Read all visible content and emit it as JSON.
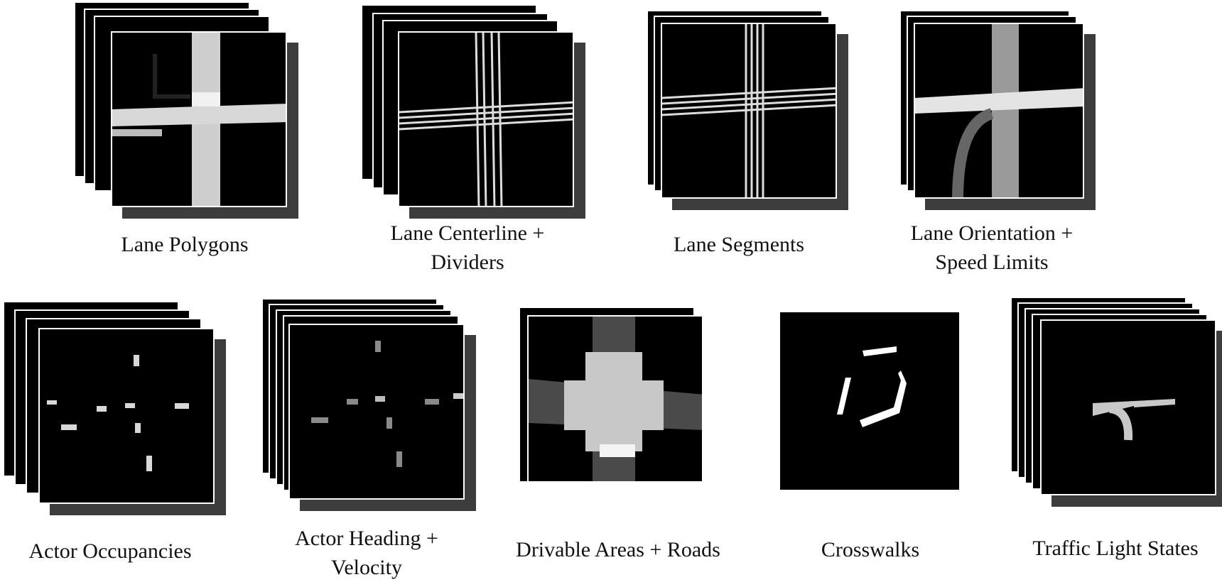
{
  "figure": {
    "panels": [
      {
        "id": "lane-polygons",
        "label_lines": [
          "Lane Polygons"
        ]
      },
      {
        "id": "lane-centerline",
        "label_lines": [
          "Lane Centerline +",
          "Dividers"
        ]
      },
      {
        "id": "lane-segments",
        "label_lines": [
          "Lane Segments"
        ]
      },
      {
        "id": "lane-orientation",
        "label_lines": [
          "Lane Orientation +",
          "Speed Limits"
        ]
      },
      {
        "id": "actor-occupancies",
        "label_lines": [
          "Actor Occupancies"
        ]
      },
      {
        "id": "actor-heading",
        "label_lines": [
          "Actor Heading +",
          "Velocity"
        ]
      },
      {
        "id": "drivable-areas",
        "label_lines": [
          "Drivable Areas + Roads"
        ]
      },
      {
        "id": "crosswalks",
        "label_lines": [
          "Crosswalks"
        ]
      },
      {
        "id": "traffic-light",
        "label_lines": [
          "Traffic Light States"
        ]
      }
    ]
  },
  "colors": {
    "background": "#000000",
    "frame": "#ffffff",
    "shadow": "#3c3c3c",
    "light_gray": "#c8c8c8",
    "mid_gray": "#4a4a4a"
  }
}
